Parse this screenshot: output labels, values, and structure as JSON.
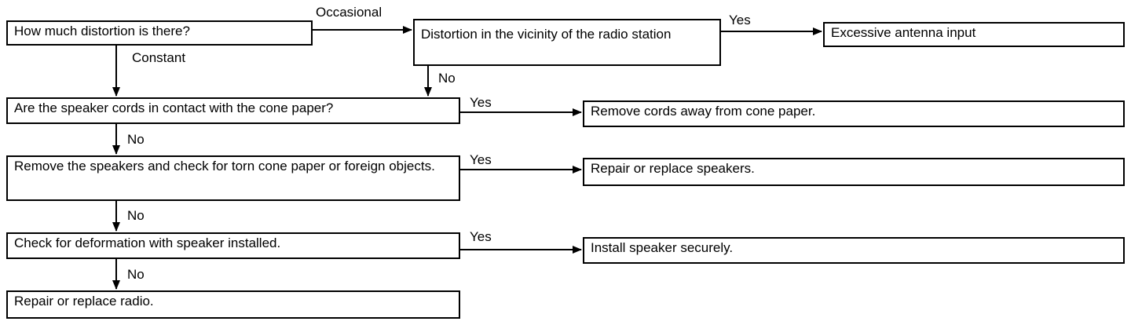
{
  "nodes": {
    "q_distortion": "How much distortion is there?",
    "q_vicinity": "Distortion in the vicinity of the radio station",
    "r_excessive": "Excessive antenna input",
    "q_cords": "Are the speaker cords in contact with the cone paper?",
    "r_remove_cords": "Remove cords away from cone paper.",
    "q_torn": "Remove the speakers and check for torn cone paper or foreign objects.",
    "r_repair_speakers": "Repair or replace speakers.",
    "q_deformation": "Check for deformation with speaker installed.",
    "r_install": "Install speaker securely.",
    "r_repair_radio": "Repair or replace radio."
  },
  "edge_labels": {
    "occasional": "Occasional",
    "constant": "Constant",
    "vicinity_yes": "Yes",
    "vicinity_no": "No",
    "cords_yes": "Yes",
    "cords_no": "No",
    "torn_yes": "Yes",
    "torn_no": "No",
    "deform_yes": "Yes",
    "deform_no": "No"
  }
}
